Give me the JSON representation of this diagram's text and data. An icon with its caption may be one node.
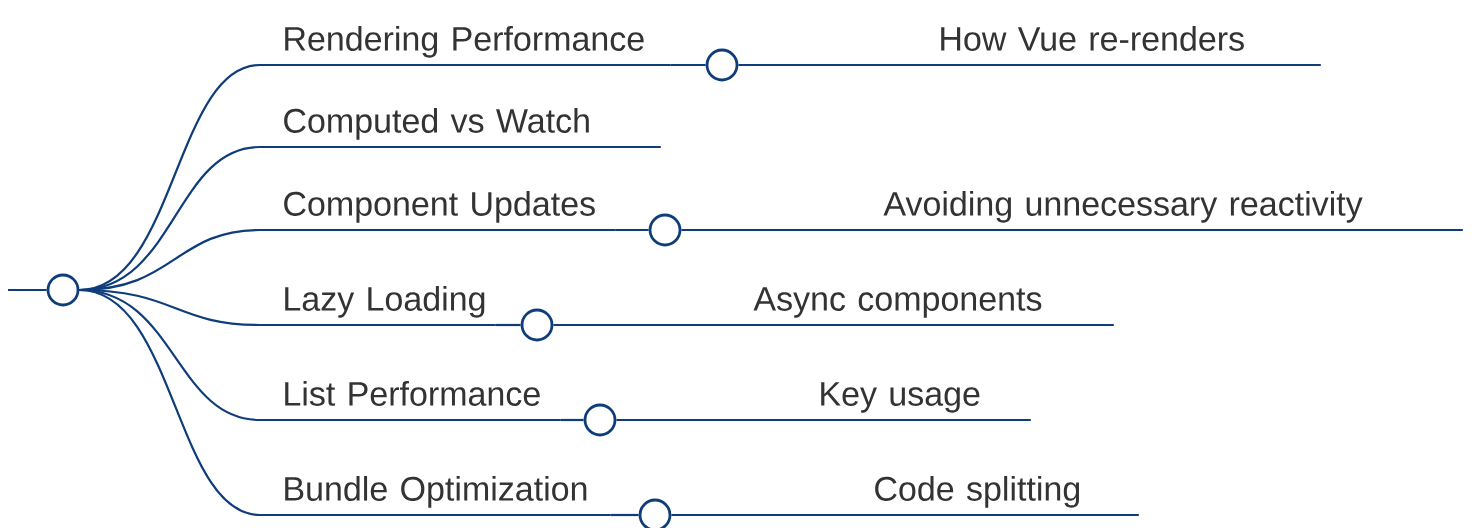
{
  "diagram": {
    "nodes": [
      {
        "text": [],
        "shape": "circle"
      },
      {
        "text": [
          "Rendering Performance"
        ]
      },
      {
        "text": [],
        "shape": "circle"
      },
      {
        "text": [
          "How Vue re-renders"
        ]
      },
      {
        "text": [
          "Computed vs Watch"
        ]
      },
      {
        "text": [
          "Component Updates"
        ]
      },
      {
        "text": [],
        "shape": "circle"
      },
      {
        "text": [
          "Avoiding unnecessary reactivity"
        ]
      },
      {
        "text": [
          "Lazy Loading"
        ]
      },
      {
        "text": [],
        "shape": "circle"
      },
      {
        "text": [
          "Async components"
        ]
      },
      {
        "text": [
          "List Performance"
        ]
      },
      {
        "text": [],
        "shape": "circle"
      },
      {
        "text": [
          "Key usage"
        ]
      },
      {
        "text": [
          "Bundle Optimization"
        ]
      },
      {
        "text": [],
        "shape": "circle"
      },
      {
        "text": [
          "Code splitting"
        ]
      }
    ],
    "edges": [
      {
        "from": null,
        "to": 0,
        "arrow": "none"
      },
      {
        "from": 0,
        "to": 1,
        "arrow": "none"
      },
      {
        "from": 0,
        "to": 4,
        "arrow": "none"
      },
      {
        "from": 0,
        "to": 5,
        "arrow": "none"
      },
      {
        "from": 0,
        "to": 8,
        "arrow": "none"
      },
      {
        "from": 0,
        "to": 11,
        "arrow": "none"
      },
      {
        "from": 0,
        "to": 14,
        "arrow": "none"
      },
      {
        "from": 1,
        "to": 2,
        "arrow": "none"
      },
      {
        "from": 2,
        "to": 3,
        "arrow": "none"
      },
      {
        "from": 5,
        "to": 6,
        "arrow": "none"
      },
      {
        "from": 6,
        "to": 7,
        "arrow": "none"
      },
      {
        "from": 8,
        "to": 9,
        "arrow": "none"
      },
      {
        "from": 9,
        "to": 10,
        "arrow": "none"
      },
      {
        "from": 11,
        "to": 12,
        "arrow": "none"
      },
      {
        "from": 12,
        "to": 13,
        "arrow": "none"
      },
      {
        "from": 14,
        "to": 15,
        "arrow": "none"
      },
      {
        "from": 15,
        "to": 16,
        "arrow": "none"
      }
    ]
  }
}
